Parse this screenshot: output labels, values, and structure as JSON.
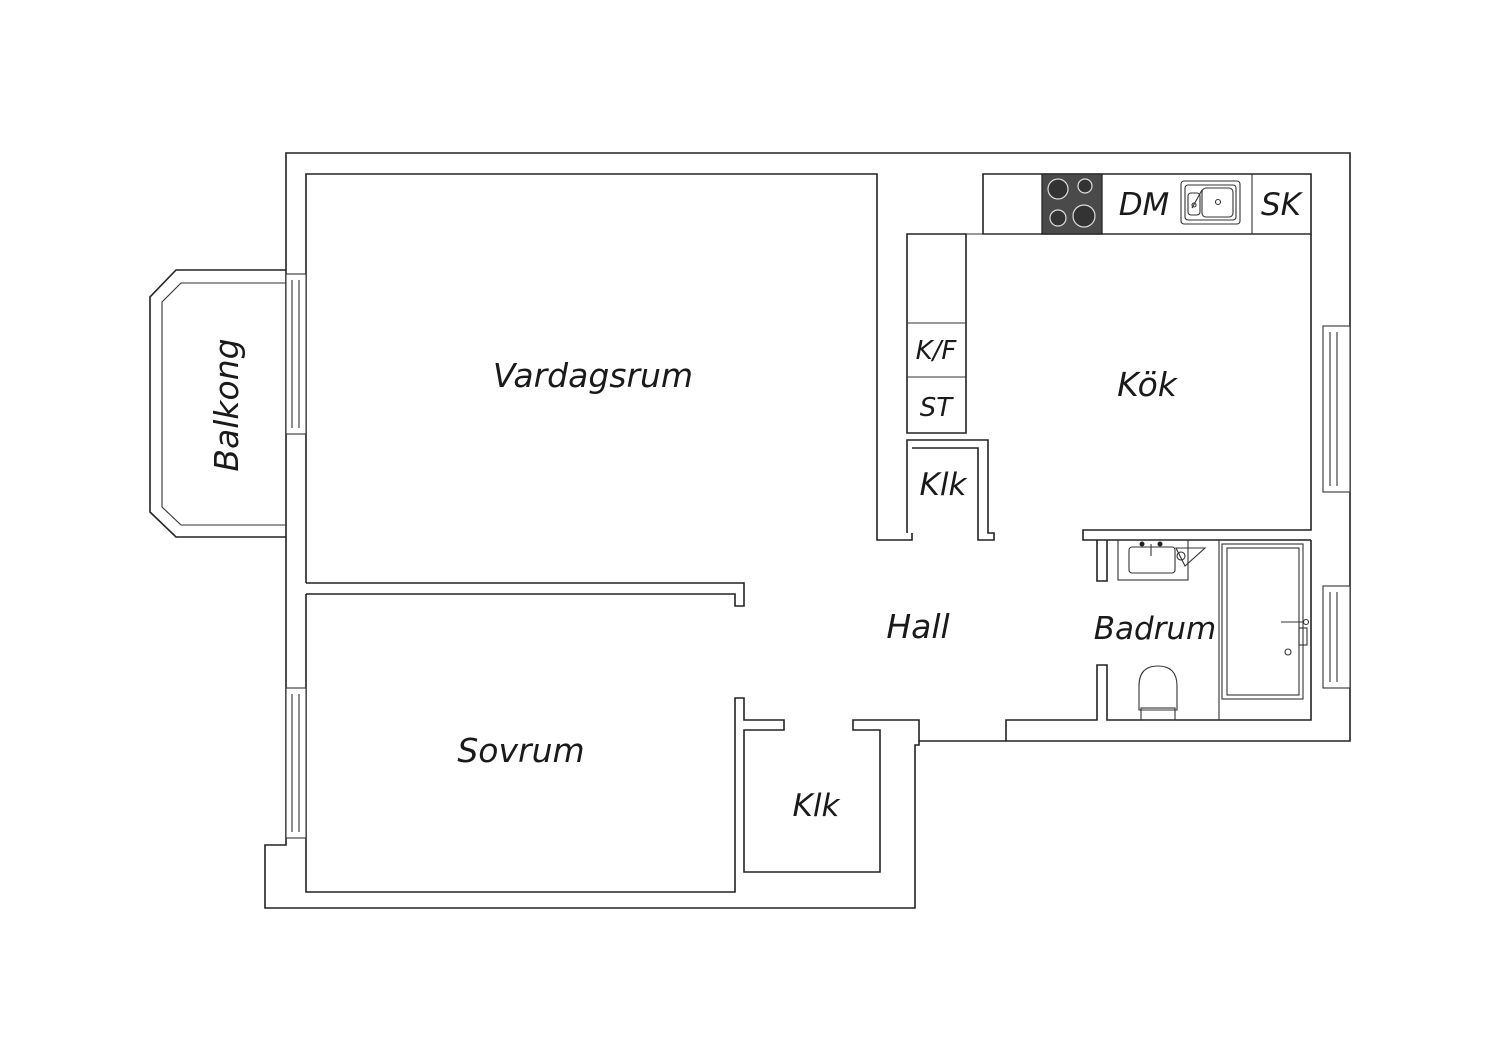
{
  "rooms": {
    "vardagsrum": "Vardagsrum",
    "kok": "Kök",
    "balkong": "Balkong",
    "hall": "Hall",
    "sovrum": "Sovrum",
    "badrum": "Badrum",
    "klk_hall": "Klk",
    "klk_bedroom": "Klk"
  },
  "fixtures": {
    "dm": "DM",
    "sk": "SK",
    "kf": "K/F",
    "st": "ST"
  },
  "colors": {
    "wall": "#222222",
    "stove": "#4a4a4a",
    "background": "#ffffff"
  },
  "icons": [
    "stove-icon",
    "kitchen-sink-icon",
    "bathroom-sink-icon",
    "toilet-icon",
    "bathtub-icon",
    "window-icon"
  ]
}
